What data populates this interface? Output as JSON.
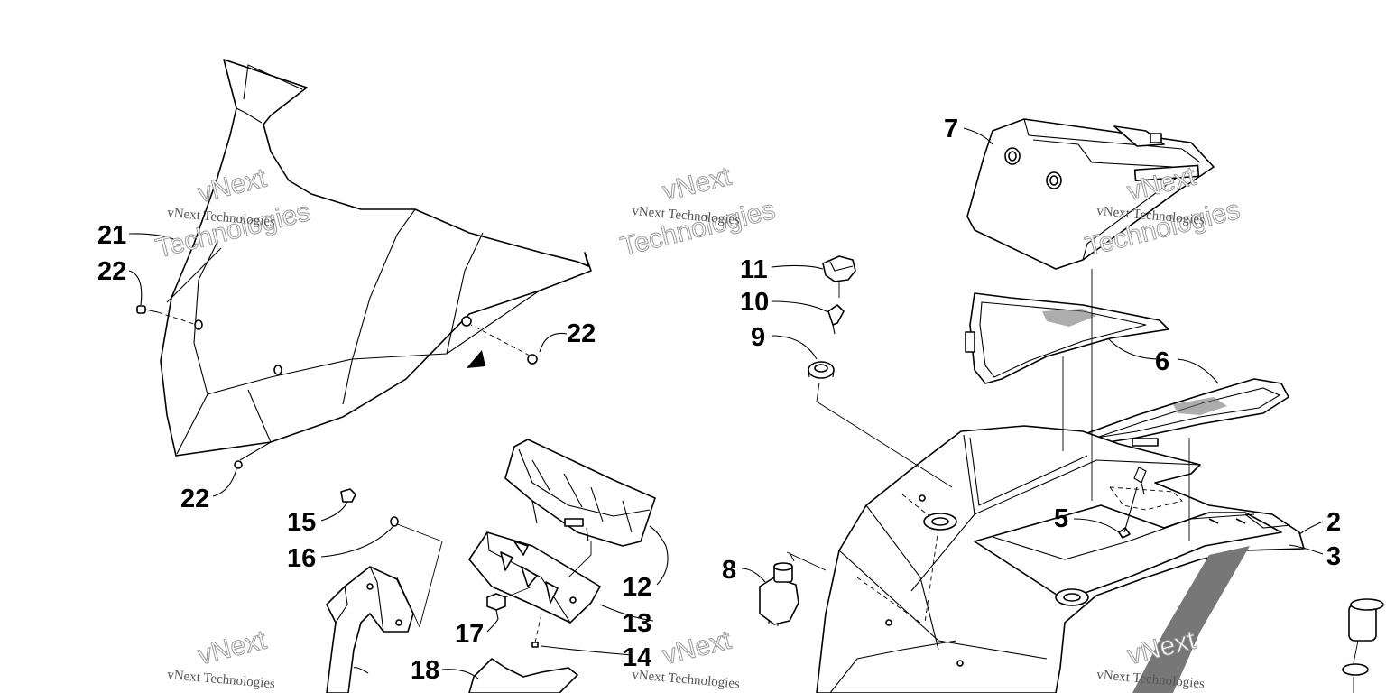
{
  "callouts": {
    "c2": "2",
    "c3": "3",
    "c5": "5",
    "c6": "6",
    "c7": "7",
    "c8": "8",
    "c9": "9",
    "c10": "10",
    "c11": "11",
    "c12": "12",
    "c13": "13",
    "c14": "14",
    "c15": "15",
    "c16": "16",
    "c17": "17",
    "c18": "18",
    "c21": "21",
    "c22a": "22",
    "c22b": "22",
    "c22c": "22"
  },
  "watermark": {
    "brand": "vNext Technologies",
    "line1": "vNext",
    "line2": "Technologies"
  },
  "colors": {
    "ink": "#000000",
    "paper": "#ffffff",
    "watermark": "#9a9a9a"
  }
}
